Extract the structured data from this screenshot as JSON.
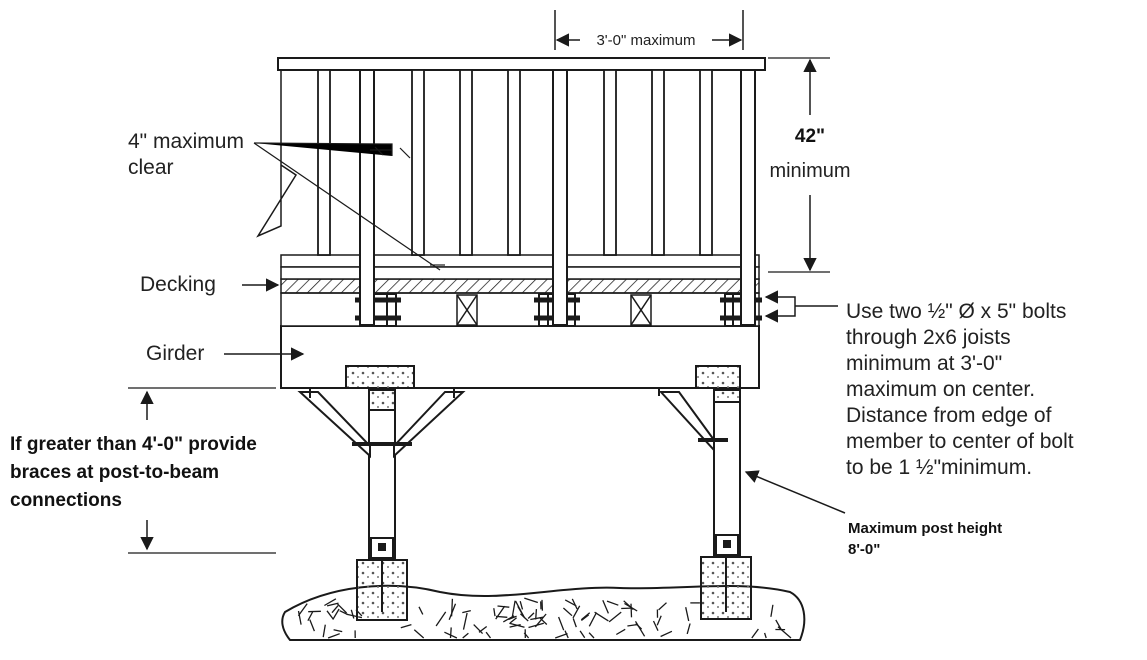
{
  "labels": {
    "spacing_max": "3'-0\" maximum",
    "height_value": "42\"",
    "height_unit": "minimum",
    "baluster_gap_line1": "4\" maximum",
    "baluster_gap_line2": "clear",
    "decking": "Decking",
    "girder": "Girder",
    "bolts_note": [
      "Use two ½\" Ø x 5\" bolts",
      "through 2x6 joists",
      "minimum at 3'-0\"",
      "maximum on center.",
      "Distance from edge of",
      "member to center of bolt",
      "to be 1 ½\"minimum."
    ],
    "brace_note": [
      "If greater than 4'-0\" provide",
      "braces at post-to-beam",
      "connections"
    ],
    "post_height_note": [
      "Maximum post height",
      "8'-0\""
    ]
  },
  "colors": {
    "line": "#1a1a1a",
    "background": "#ffffff"
  }
}
